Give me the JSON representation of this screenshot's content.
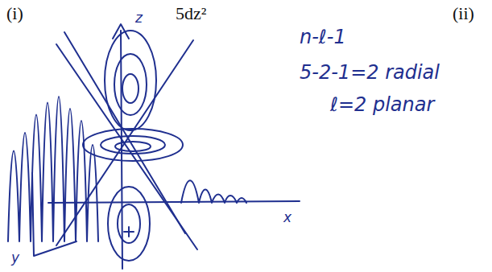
{
  "diagram": {
    "labels": [
      "(i)",
      "5dz²",
      "(ii)",
      "n-ℓ-1",
      "5-2-1=2 radial",
      "ℓ=2 planar",
      "z",
      "x",
      "y"
    ]
  }
}
